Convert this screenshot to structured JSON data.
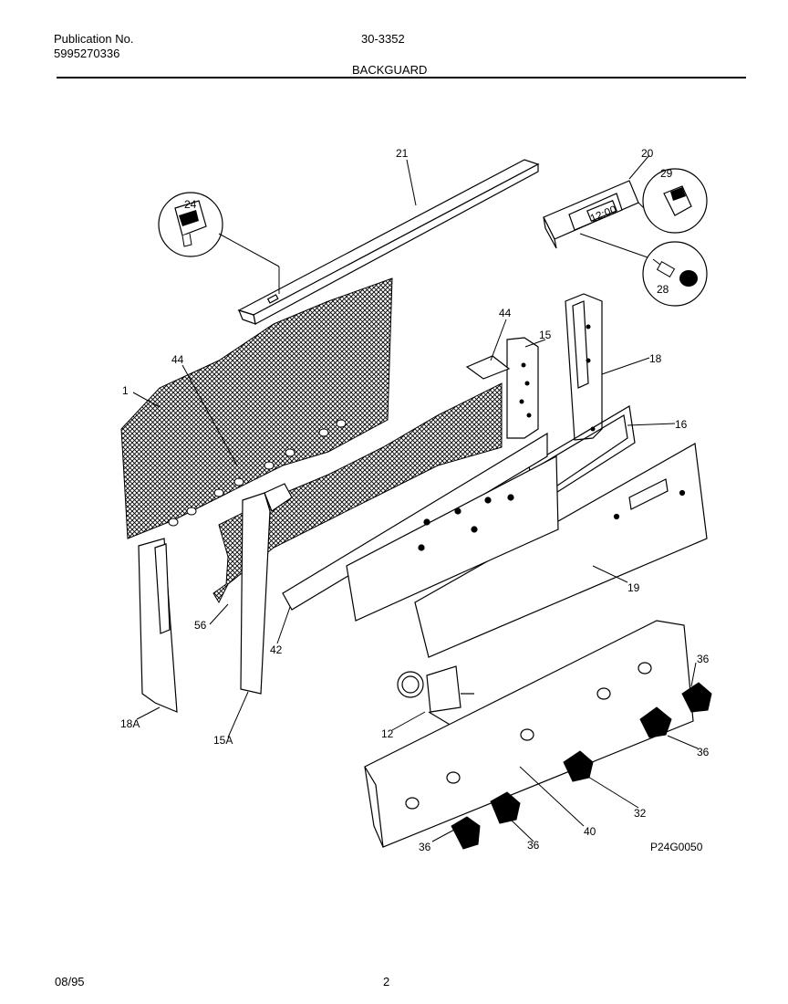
{
  "header": {
    "publication_label": "Publication No.",
    "publication_number": "5995270336",
    "model": "30-3352",
    "section_title": "BACKGUARD"
  },
  "diagram": {
    "code": "P24G0050",
    "callouts": {
      "c1": "1",
      "c12": "12",
      "c15": "15",
      "c15a": "15A",
      "c16": "16",
      "c18": "18",
      "c18a": "18A",
      "c19": "19",
      "c20": "20",
      "c21": "21",
      "c24": "24",
      "c28": "28",
      "c29": "29",
      "c32": "32",
      "c36a": "36",
      "c36b": "36",
      "c36c": "36",
      "c36d": "36",
      "c40": "40",
      "c42": "42",
      "c44a": "44",
      "c44b": "44",
      "c56": "56"
    },
    "clock_display": "12:00"
  },
  "footer": {
    "date": "08/95",
    "page": "2"
  }
}
